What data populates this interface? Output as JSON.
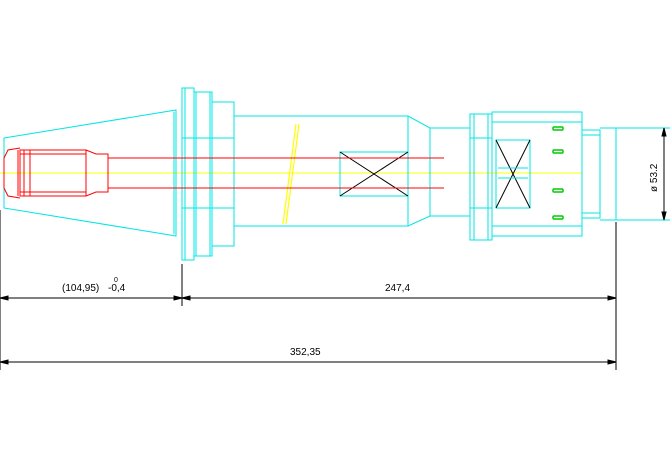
{
  "drawing": {
    "colors": {
      "outline": "#00e5e5",
      "tool": "#ff0000",
      "centerline": "#ffff00",
      "slot_marks": "#00cc00",
      "dimension": "#000000",
      "background": "#ffffff"
    },
    "dimensions": {
      "left_length": "(104,95)",
      "left_tolerance_upper": "0",
      "left_tolerance_lower": "-0,4",
      "middle_length": "247,4",
      "overall_length": "352,35",
      "diameter": "ø 53.2"
    }
  }
}
